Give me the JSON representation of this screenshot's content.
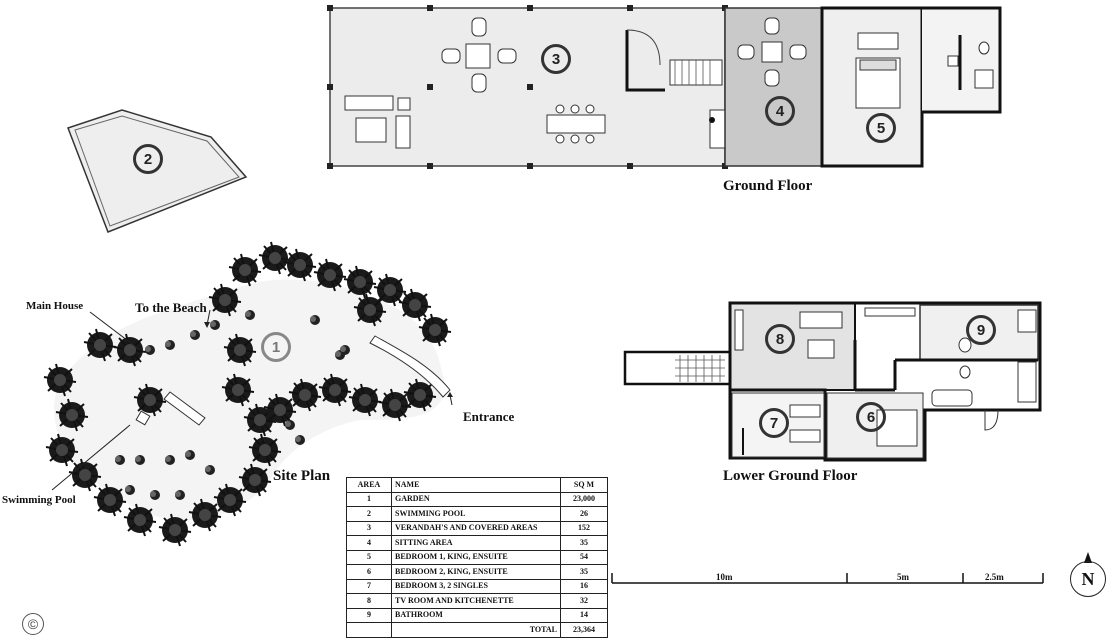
{
  "labels": {
    "ground_floor": "Ground Floor",
    "lower_ground_floor": "Lower Ground Floor",
    "site_plan": "Site Plan",
    "main_house": "Main House",
    "to_the_beach": "To the Beach",
    "entrance": "Entrance",
    "swimming_pool": "Swimming Pool"
  },
  "room_numbers": [
    "1",
    "2",
    "3",
    "4",
    "5",
    "6",
    "7",
    "8",
    "9"
  ],
  "table": {
    "headers": [
      "AREA",
      "NAME",
      "SQ M"
    ],
    "rows": [
      {
        "area": "1",
        "name": "GARDEN",
        "sqm": "23,000"
      },
      {
        "area": "2",
        "name": "SWIMMING POOL",
        "sqm": "26"
      },
      {
        "area": "3",
        "name": "VERANDAH'S AND COVERED AREAS",
        "sqm": "152"
      },
      {
        "area": "4",
        "name": "SITTING AREA",
        "sqm": "35"
      },
      {
        "area": "5",
        "name": "BEDROOM 1, KING, ENSUITE",
        "sqm": "54"
      },
      {
        "area": "6",
        "name": "BEDROOM 2, KING, ENSUITE",
        "sqm": "35"
      },
      {
        "area": "7",
        "name": "BEDROOM 3, 2 SINGLES",
        "sqm": "16"
      },
      {
        "area": "8",
        "name": "TV ROOM AND KITCHENETTE",
        "sqm": "32"
      },
      {
        "area": "9",
        "name": "BATHROOM",
        "sqm": "14"
      }
    ],
    "total_label": "TOTAL",
    "total_value": "23,364"
  },
  "scale_bar": {
    "labels": [
      "10m",
      "5m",
      "2.5m"
    ]
  },
  "north_arrow": {
    "letter": "N",
    "icon": "north-arrow-icon"
  },
  "copyright": {
    "symbol": "©"
  }
}
